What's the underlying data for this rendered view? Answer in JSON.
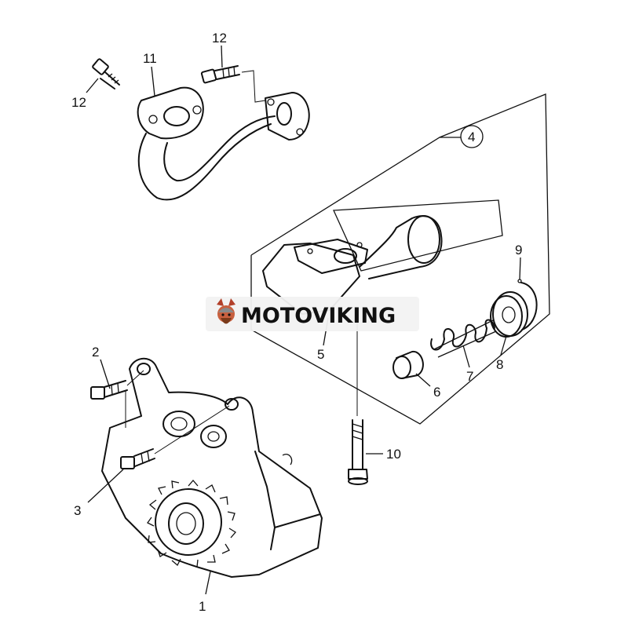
{
  "watermark": {
    "text": "MOTOVIKING",
    "icon": "viking-mascot-icon",
    "bg": "#f2f2f2"
  },
  "callouts": {
    "c1": "1",
    "c2": "2",
    "c3": "3",
    "c4": "4",
    "c5": "5",
    "c6": "6",
    "c7": "7",
    "c8": "8",
    "c9": "9",
    "c10": "10",
    "c11": "11",
    "c12a": "12",
    "c12b": "12"
  },
  "colors": {
    "line": "#111111",
    "background": "#ffffff",
    "mascot": "#b2402a"
  }
}
